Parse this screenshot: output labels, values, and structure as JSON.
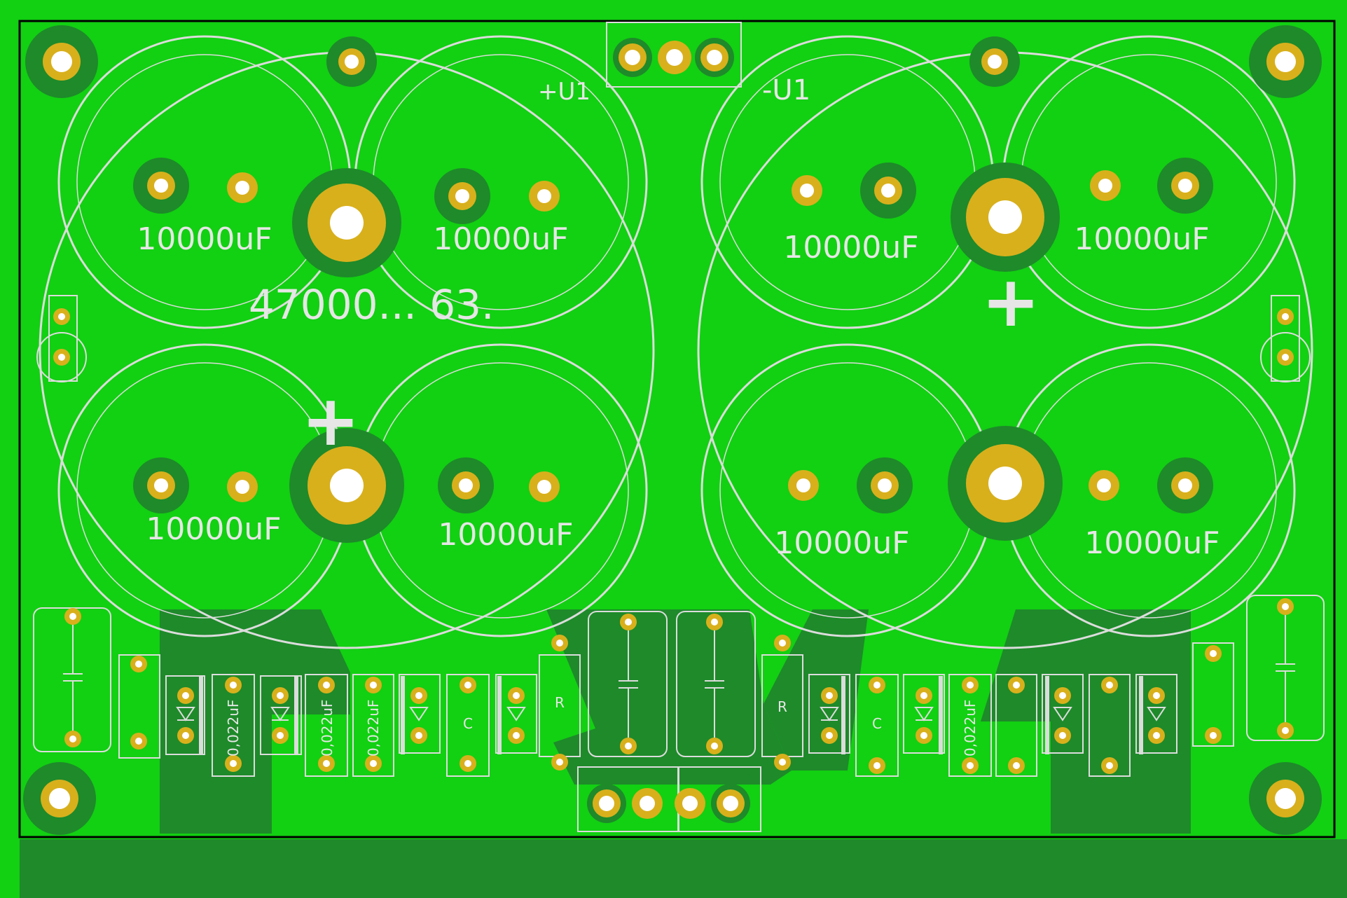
{
  "labels": {
    "cap": "10000uF",
    "bank": "47000... 63.",
    "pos_rail": "+U1",
    "neg_rail": "-U1",
    "plus": "+",
    "cap_small": "0,022uF",
    "res": "R",
    "cap_c": "C"
  },
  "colors": {
    "pcb_bg": "#12d012",
    "copper_dark": "#1e8a2a",
    "pad_gold": "#d8b01c",
    "silkscreen": "#dcdcdc",
    "outline": "#000000"
  }
}
